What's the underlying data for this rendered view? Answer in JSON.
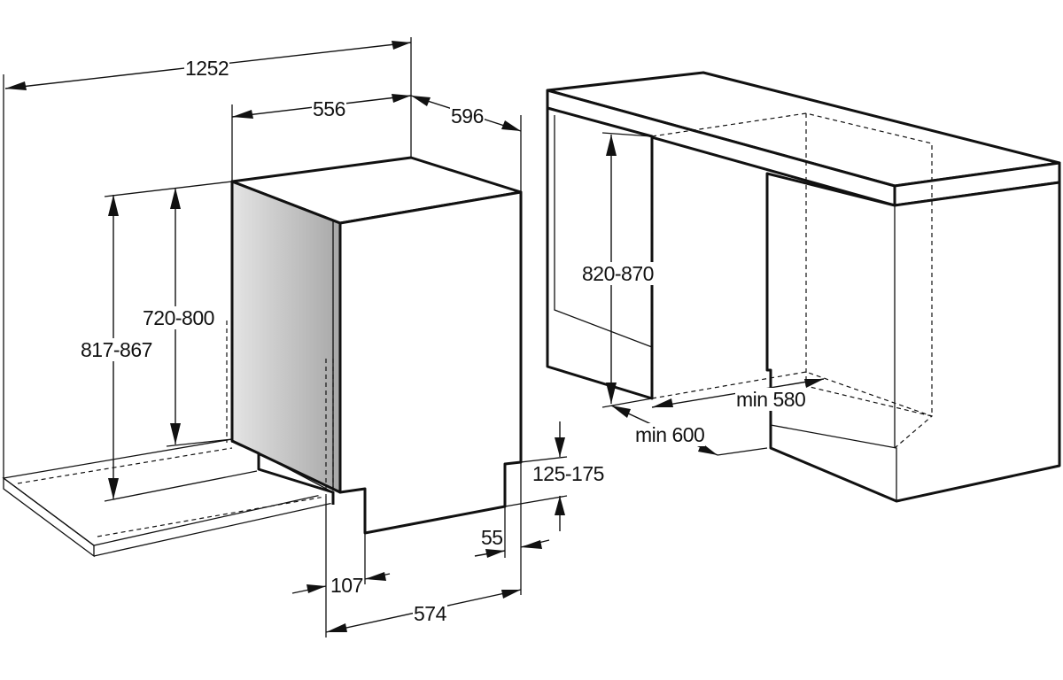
{
  "dimensions": {
    "total_width": "1252",
    "appliance_width": "556",
    "depth": "596",
    "height_720_800": "720-800",
    "height_817_867": "817-867",
    "kick_height": "125-175",
    "kick_offset": "55",
    "front_107": "107",
    "depth_574": "574",
    "niche_height": "820-870",
    "niche_width": "min 580",
    "niche_depth": "min 600"
  },
  "colors": {
    "outline": "#111111",
    "panel_gradient_start": "#e4e4e4",
    "panel_gradient_end": "#a8a8a8",
    "background": "#ffffff"
  }
}
